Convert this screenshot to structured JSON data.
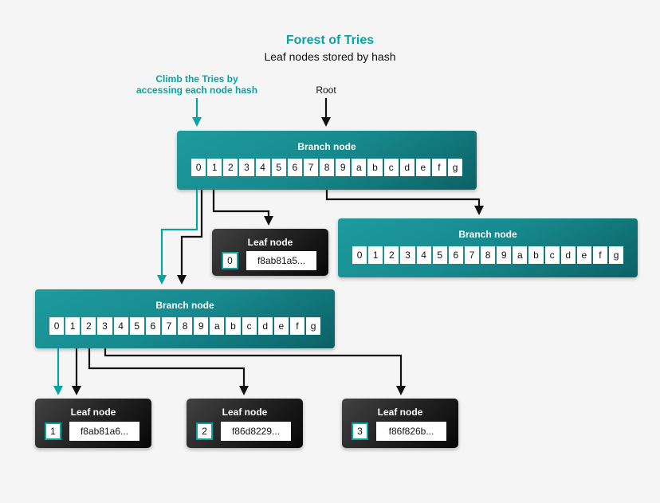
{
  "page": {
    "background": "#f5f5f5"
  },
  "header": {
    "title": "Forest of Tries",
    "subtitle": "Leaf nodes stored by hash"
  },
  "annotations": {
    "climb_line1": "Climb the Tries by",
    "climb_line2": "accessing each node hash",
    "root": "Root"
  },
  "colors": {
    "accent_teal": "#0aa3a5",
    "branch_gradient_light": "#1d9b9e",
    "branch_gradient_dark": "#0c6165",
    "leaf_gradient_light": "#424242",
    "leaf_gradient_dark": "#070707",
    "connector_black": "#111111",
    "cell_background": "#ffffff"
  },
  "cells": [
    "0",
    "1",
    "2",
    "3",
    "4",
    "5",
    "6",
    "7",
    "8",
    "9",
    "a",
    "b",
    "c",
    "d",
    "e",
    "f",
    "g"
  ],
  "nodes": {
    "branch_root": {
      "title": "Branch node"
    },
    "branch_right": {
      "title": "Branch node"
    },
    "branch_left": {
      "title": "Branch node"
    },
    "leaf_0": {
      "title": "Leaf node",
      "index": "0",
      "hash": "f8ab81a5..."
    },
    "leaf_1": {
      "title": "Leaf node",
      "index": "1",
      "hash": "f8ab81a6..."
    },
    "leaf_2": {
      "title": "Leaf node",
      "index": "2",
      "hash": "f86d8229..."
    },
    "leaf_3": {
      "title": "Leaf node",
      "index": "3",
      "hash": "f86f826b..."
    }
  }
}
